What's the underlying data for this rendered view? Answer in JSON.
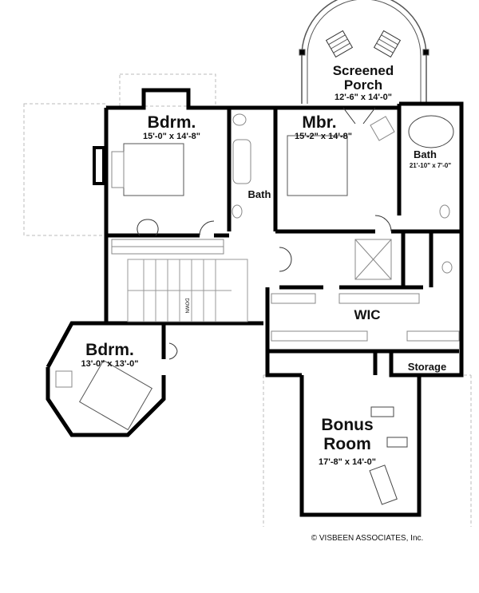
{
  "rooms": {
    "porch": {
      "name_line1": "Screened",
      "name_line2": "Porch",
      "size": "12'-6\" x 14'-0\""
    },
    "bedroom_upper": {
      "name": "Bdrm.",
      "size": "15'-0\" x 14'-8\""
    },
    "master": {
      "name": "Mbr.",
      "size": "15'-2\" x 14'-8\""
    },
    "master_bath": {
      "name": "Bath",
      "size": "21'-10\" x 7'-0\""
    },
    "bath": {
      "name": "Bath"
    },
    "bedroom_lower": {
      "name": "Bdrm.",
      "size": "13'-0\" x 13'-0\""
    },
    "wic": {
      "name": "WIC"
    },
    "storage": {
      "name": "Storage"
    },
    "bonus": {
      "name_line1": "Bonus",
      "name_line2": "Room",
      "size": "17'-8\" x 14'-0\""
    }
  },
  "stairs": {
    "label": "DOWN"
  },
  "copyright": "© VISBEEN ASSOCIATES, Inc.",
  "colors": {
    "wall": "#000000",
    "line": "#888888",
    "ghost": "#bbbbbb"
  }
}
